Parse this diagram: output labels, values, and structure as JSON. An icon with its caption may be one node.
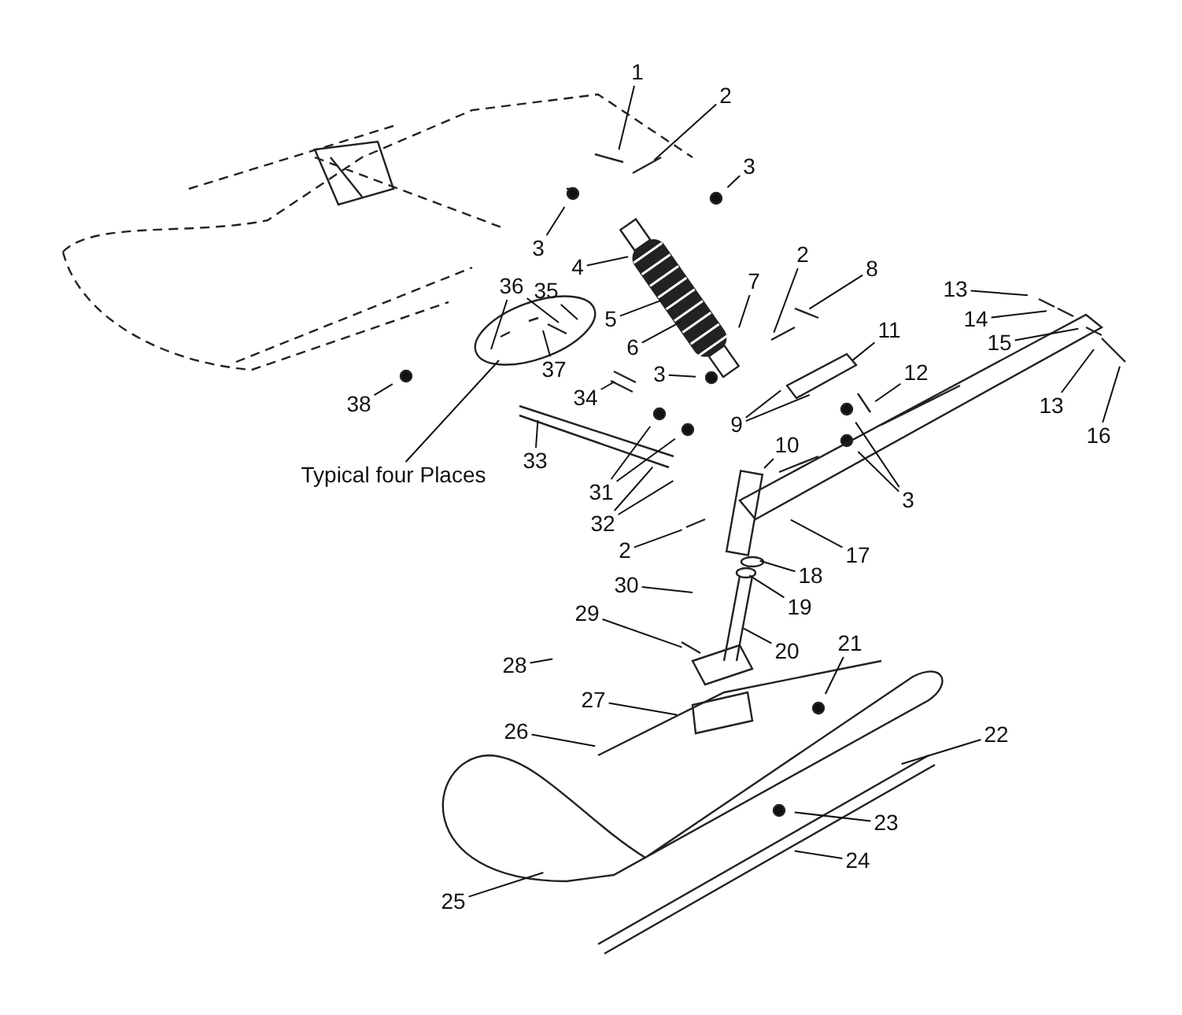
{
  "diagram": {
    "nodes": [
      {
        "text": [
          "1"
        ]
      },
      {
        "text": [
          "2"
        ]
      },
      {
        "text": [
          "3"
        ]
      },
      {
        "text": [
          "3"
        ]
      },
      {
        "text": [
          "4"
        ]
      },
      {
        "text": [
          "7"
        ]
      },
      {
        "text": [
          "2"
        ]
      },
      {
        "text": [
          "8"
        ]
      },
      {
        "text": [
          "36"
        ]
      },
      {
        "text": [
          "35"
        ]
      },
      {
        "text": [
          "5"
        ]
      },
      {
        "text": [
          "6"
        ]
      },
      {
        "text": [
          "13"
        ]
      },
      {
        "text": [
          "14"
        ]
      },
      {
        "text": [
          "15"
        ]
      },
      {
        "text": [
          "11"
        ]
      },
      {
        "text": [
          "3"
        ]
      },
      {
        "text": [
          "12"
        ]
      },
      {
        "text": [
          "37"
        ]
      },
      {
        "text": [
          "34"
        ]
      },
      {
        "text": [
          "38"
        ]
      },
      {
        "text": [
          "13"
        ]
      },
      {
        "text": [
          "9"
        ]
      },
      {
        "text": [
          "16"
        ]
      },
      {
        "text": [
          "10"
        ]
      },
      {
        "text": [
          "33"
        ]
      },
      {
        "text": [
          "Typical four Places"
        ]
      },
      {
        "text": [],
        "shape": "circle"
      },
      {
        "text": [
          "31"
        ]
      },
      {
        "text": [
          "3"
        ]
      },
      {
        "text": [
          "32"
        ]
      },
      {
        "text": [
          "2"
        ]
      },
      {
        "text": [
          "17"
        ]
      },
      {
        "text": [
          "18"
        ]
      },
      {
        "text": [
          "30"
        ]
      },
      {
        "text": [
          "19"
        ]
      },
      {
        "text": [
          "29"
        ]
      },
      {
        "text": [
          "21"
        ]
      },
      {
        "text": [
          "20"
        ]
      },
      {
        "text": [
          "28"
        ]
      },
      {
        "text": [
          "27"
        ]
      },
      {
        "text": [
          "26"
        ]
      },
      {
        "text": [
          "22"
        ]
      },
      {
        "text": [
          "23"
        ]
      },
      {
        "text": [
          "24"
        ]
      },
      {
        "text": [
          "25"
        ]
      }
    ],
    "edges": [
      {
        "from": 0,
        "to": null,
        "arrow": "none"
      },
      {
        "from": 1,
        "to": null,
        "arrow": "none"
      },
      {
        "from": 2,
        "to": null,
        "arrow": "none"
      },
      {
        "from": 3,
        "to": null,
        "arrow": "none"
      },
      {
        "from": 4,
        "to": null,
        "arrow": "none"
      },
      {
        "from": 5,
        "to": null,
        "arrow": "none"
      },
      {
        "from": 6,
        "to": null,
        "arrow": "none"
      },
      {
        "from": 7,
        "to": null,
        "arrow": "none"
      },
      {
        "from": 8,
        "to": 27,
        "arrow": "none"
      },
      {
        "from": 8,
        "to": 27,
        "arrow": "none"
      },
      {
        "from": 9,
        "to": 27,
        "arrow": "none"
      },
      {
        "from": 10,
        "to": null,
        "arrow": "none"
      },
      {
        "from": 11,
        "to": null,
        "arrow": "none"
      },
      {
        "from": 12,
        "to": null,
        "arrow": "none"
      },
      {
        "from": 13,
        "to": null,
        "arrow": "none"
      },
      {
        "from": 14,
        "to": null,
        "arrow": "none"
      },
      {
        "from": 15,
        "to": null,
        "arrow": "none"
      },
      {
        "from": 16,
        "to": null,
        "arrow": "none"
      },
      {
        "from": 17,
        "to": null,
        "arrow": "none"
      },
      {
        "from": 18,
        "to": 27,
        "arrow": "none"
      },
      {
        "from": 19,
        "to": null,
        "arrow": "none"
      },
      {
        "from": 20,
        "to": null,
        "arrow": "none"
      },
      {
        "from": 21,
        "to": null,
        "arrow": "none"
      },
      {
        "from": 22,
        "to": null,
        "arrow": "none"
      },
      {
        "from": 22,
        "to": null,
        "arrow": "none"
      },
      {
        "from": 23,
        "to": null,
        "arrow": "none"
      },
      {
        "from": 24,
        "to": null,
        "arrow": "none"
      },
      {
        "from": 25,
        "to": null,
        "arrow": "none"
      },
      {
        "from": 26,
        "to": 27,
        "arrow": "none"
      },
      {
        "from": 28,
        "to": null,
        "arrow": "none"
      },
      {
        "from": 28,
        "to": null,
        "arrow": "none"
      },
      {
        "from": 29,
        "to": null,
        "arrow": "none"
      },
      {
        "from": 29,
        "to": null,
        "arrow": "none"
      },
      {
        "from": 30,
        "to": null,
        "arrow": "none"
      },
      {
        "from": 30,
        "to": null,
        "arrow": "none"
      },
      {
        "from": 31,
        "to": null,
        "arrow": "none"
      },
      {
        "from": 32,
        "to": null,
        "arrow": "none"
      },
      {
        "from": 33,
        "to": null,
        "arrow": "none"
      },
      {
        "from": 34,
        "to": null,
        "arrow": "none"
      },
      {
        "from": 35,
        "to": null,
        "arrow": "none"
      },
      {
        "from": 36,
        "to": null,
        "arrow": "none"
      },
      {
        "from": 37,
        "to": null,
        "arrow": "none"
      },
      {
        "from": 38,
        "to": null,
        "arrow": "none"
      },
      {
        "from": 39,
        "to": null,
        "arrow": "none"
      },
      {
        "from": 40,
        "to": null,
        "arrow": "none"
      },
      {
        "from": 41,
        "to": null,
        "arrow": "none"
      },
      {
        "from": 42,
        "to": null,
        "arrow": "none"
      },
      {
        "from": 43,
        "to": null,
        "arrow": "none"
      },
      {
        "from": 44,
        "to": null,
        "arrow": "none"
      },
      {
        "from": 45,
        "to": null,
        "arrow": "none"
      }
    ]
  }
}
